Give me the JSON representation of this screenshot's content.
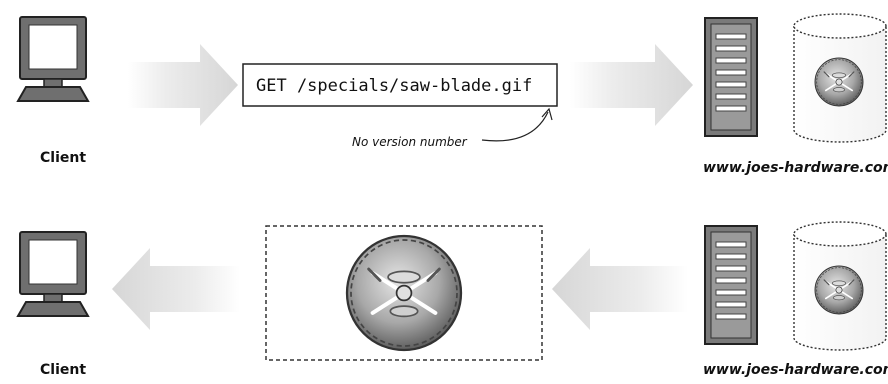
{
  "request": {
    "text": "GET /specials/saw-blade.gif",
    "annotation": "No version number"
  },
  "labels": {
    "client_top": "Client",
    "client_bottom": "Client",
    "server_top": "www.joes-hardware.com",
    "server_bottom": "www.joes-hardware.com"
  },
  "colors": {
    "arrow": "#dcdcdc",
    "blade_center": "#c8c8c8",
    "blade_edge": "#6e6e6e",
    "outline": "#222222"
  },
  "icons": {
    "client": "computer-monitor-icon",
    "server": "server-tower-icon",
    "storage": "database-cylinder-icon",
    "resource": "saw-blade-icon"
  }
}
